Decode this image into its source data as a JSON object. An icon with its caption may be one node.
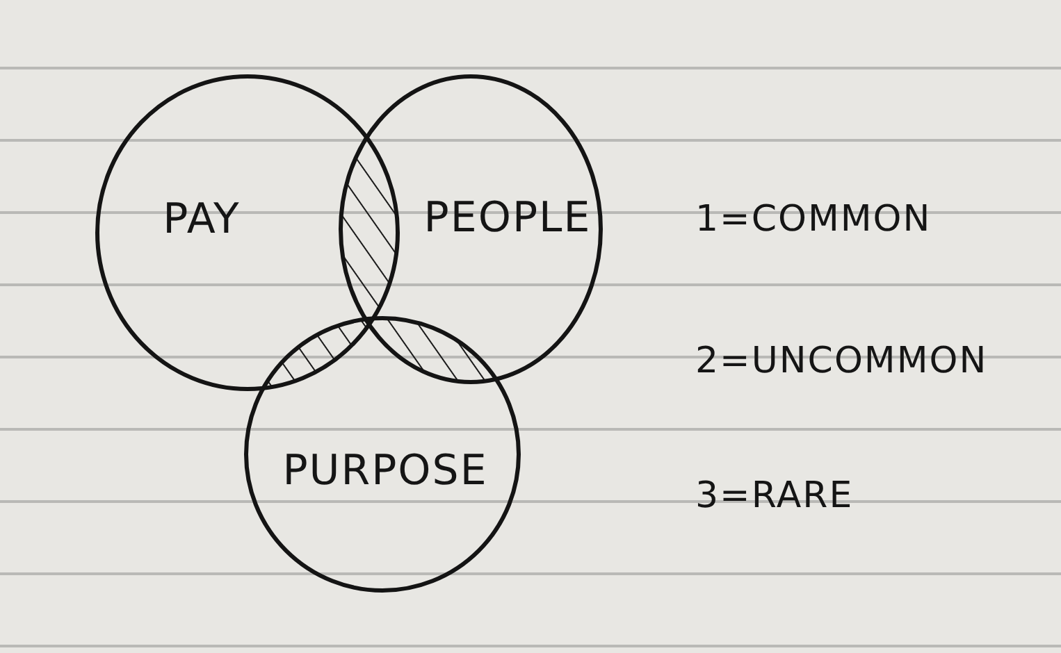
{
  "diagram": {
    "nodes": [
      {
        "text": [
          "PAY"
        ]
      },
      {
        "text": [
          "PEOPLE"
        ]
      },
      {
        "text": [
          "PURPOSE"
        ]
      }
    ],
    "labels": [
      "1=COMMON",
      "2=UNCOMMON",
      "3=RARE"
    ]
  }
}
